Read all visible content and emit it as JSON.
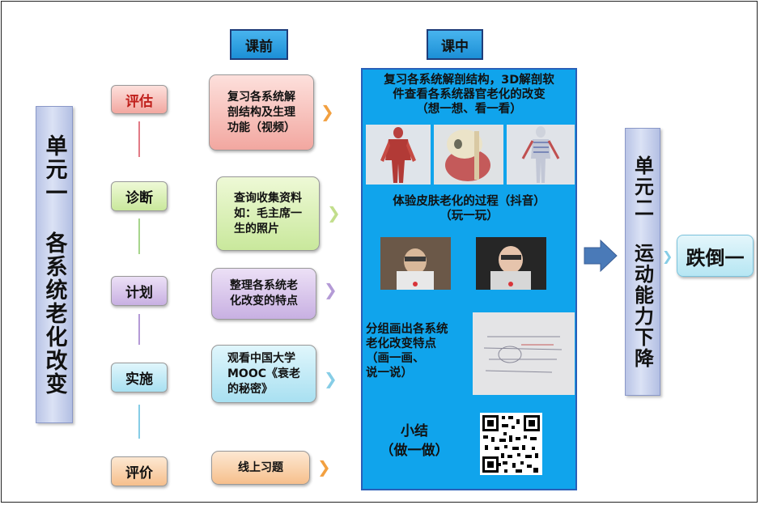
{
  "units": {
    "unit1": "单元一 各系统老化改变",
    "unit2": "单元二 运动能力下降",
    "result": "跌倒一"
  },
  "headers": {
    "pre_class": "课前",
    "in_class": "课中"
  },
  "stages": [
    {
      "label": "评估",
      "activity": "复习各系统解\n剖结构及生理\n功能（视频）"
    },
    {
      "label": "诊断",
      "activity": "查询收集资料\n如：毛主席一\n生的照片"
    },
    {
      "label": "计划",
      "activity": "整理各系统老\n化改变的特点"
    },
    {
      "label": "实施",
      "activity": "观看中国大学\nMOOC《衰老\n的秘密》"
    },
    {
      "label": "评价",
      "activity": "线上习题"
    }
  ],
  "in_class": {
    "block1": "复习各系统解剖结构，3D解剖软\n件查看各系统器官老化的改变\n（想一想、看一看）",
    "block2": "体验皮肤老化的过程（抖音）\n（玩一玩）",
    "block3": "分组画出各系统\n老化改变特点\n（画一画、\n说一说）",
    "block4": "小结\n（做一做）"
  },
  "colors": {
    "panel": "#10a4ec",
    "header": "#2196dc",
    "unit_bar": "#c9d2ee",
    "arrow": "#4a7ab8"
  },
  "icons": [
    "chevron-right-icon",
    "arrow-right-icon",
    "qr-code-icon"
  ]
}
